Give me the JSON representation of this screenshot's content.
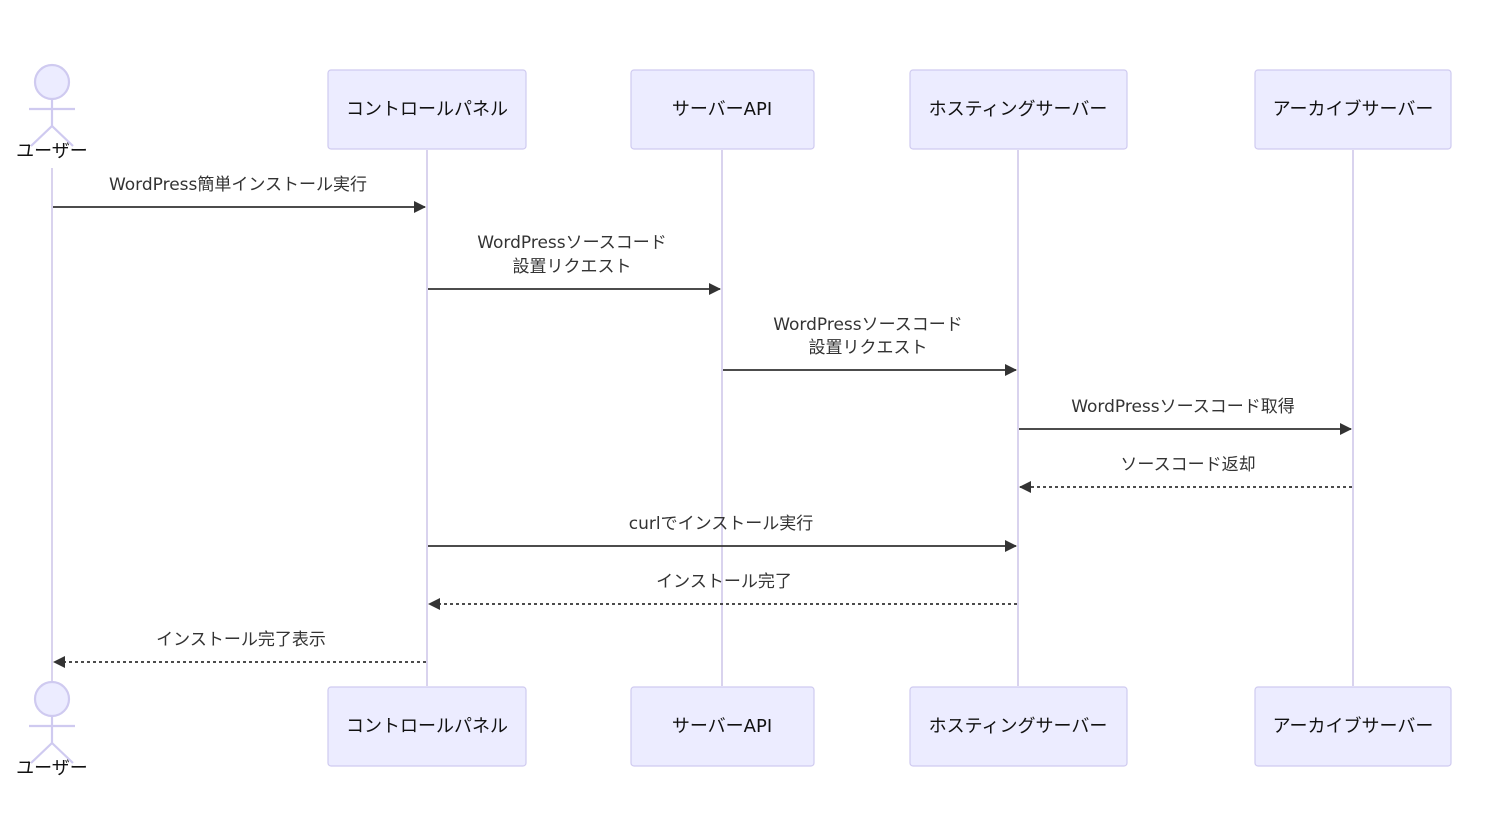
{
  "participants": {
    "user": "ユーザー",
    "control_panel": "コントロールパネル",
    "server_api": "サーバーAPI",
    "hosting_server": "ホスティングサーバー",
    "archive_server": "アーカイブサーバー"
  },
  "messages": {
    "m1": "WordPress簡単インストール実行",
    "m2_line1": "WordPressソースコード",
    "m2_line2": "設置リクエスト",
    "m3_line1": "WordPressソースコード",
    "m3_line2": "設置リクエスト",
    "m4": "WordPressソースコード取得",
    "m5": "ソースコード返却",
    "m6": "curlでインストール実行",
    "m7": "インストール完了",
    "m8": "インストール完了表示"
  },
  "colors": {
    "participant_fill": "#ececff",
    "participant_border": "#cfcaf0",
    "lifeline": "#d9d3ee",
    "message_line": "#333333"
  }
}
